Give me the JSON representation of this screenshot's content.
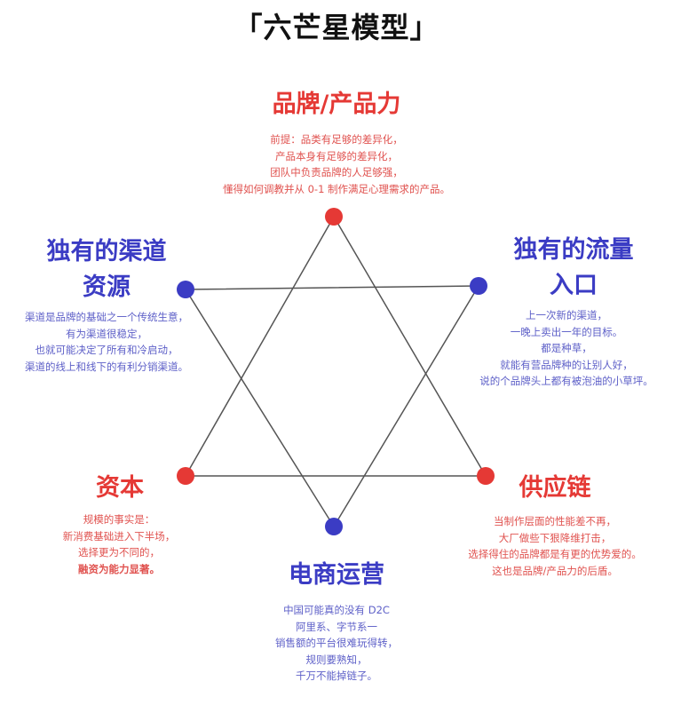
{
  "title": "「六芒星模型」",
  "colors": {
    "red": "#e53935",
    "blue": "#3b3cc4",
    "line": "#555555"
  },
  "nodes": {
    "brand": {
      "label": "品牌/产品力",
      "lines": [
        "前提：品类有足够的差异化，",
        "产品本身有足够的差异化，",
        "团队中负责品牌的人足够强，",
        "懂得如何调教并从 0-1 制作满足心理需求的产品。"
      ]
    },
    "traffic": {
      "label_line1": "独有的流量",
      "label_line2": "入口",
      "lines": [
        "上一次新的渠道，",
        "一晚上卖出一年的目标。",
        "都是种草，",
        "就能有营品牌种的让别人好，",
        "说的个品牌头上都有被泡油的小草坪。"
      ]
    },
    "supply": {
      "label": "供应链",
      "lines": [
        "当制作层面的性能差不再，",
        "大厂做些下狠降维打击，",
        "选择得住的品牌都是有更的优势爱的。",
        "这也是品牌/产品力的后盾。"
      ]
    },
    "ecommerce": {
      "label": "电商运营",
      "lines": [
        "中国可能真的没有 D2C",
        "阿里系、字节系一",
        "销售额的平台很难玩得转，",
        "规则要熟知，",
        "千万不能掉链子。"
      ]
    },
    "capital": {
      "label": "资本",
      "lines": [
        "规模的事实是：",
        "新消费基础进入下半场，",
        "选择更为不同的，",
        "融资为能力显著。"
      ]
    },
    "channel": {
      "label_line1": "独有的渠道",
      "label_line2": "资源",
      "lines": [
        "渠道是品牌的基础之一个传统生意，",
        "有为渠道很稳定，",
        "也就可能决定了所有和冷启动，",
        "渠道的线上和线下的有利分销渠道。"
      ]
    }
  }
}
